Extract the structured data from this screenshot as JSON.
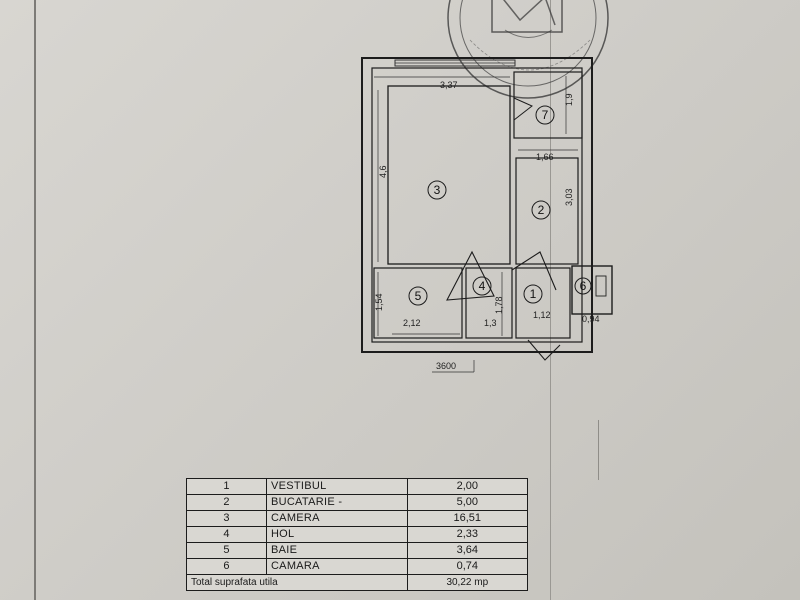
{
  "plan": {
    "rooms": [
      {
        "id": "1",
        "label": "1"
      },
      {
        "id": "2",
        "label": "2"
      },
      {
        "id": "3",
        "label": "3"
      },
      {
        "id": "4",
        "label": "4"
      },
      {
        "id": "5",
        "label": "5"
      },
      {
        "id": "6",
        "label": "6"
      },
      {
        "id": "7",
        "label": "7"
      }
    ],
    "dimensions": {
      "top_width": "3,37",
      "left_height": "4,6",
      "room7_height": "1,9",
      "room2_width": "1,66",
      "room2_height": "3,03",
      "room5_height": "1,54",
      "room5_width": "2,12",
      "room4_width": "1,3",
      "room4_height": "1,78",
      "room1_width": "1,12",
      "room6_width": "0,94",
      "bottom_mark": "3600"
    }
  },
  "table": {
    "rows": [
      {
        "num": "1",
        "name": "VESTIBUL",
        "area": "2,00"
      },
      {
        "num": "2",
        "name": "BUCATARIE -",
        "area": "5,00"
      },
      {
        "num": "3",
        "name": "CAMERA",
        "area": "16,51"
      },
      {
        "num": "4",
        "name": "HOL",
        "area": "2,33"
      },
      {
        "num": "5",
        "name": "BAIE",
        "area": "3,64"
      },
      {
        "num": "6",
        "name": "CAMARA",
        "area": "0,74"
      }
    ],
    "total_label": "Total suprafata utila",
    "total_value": "30,22 mp"
  },
  "colors": {
    "ink": "#1c1c1c",
    "paper": "#d8d6d1"
  }
}
